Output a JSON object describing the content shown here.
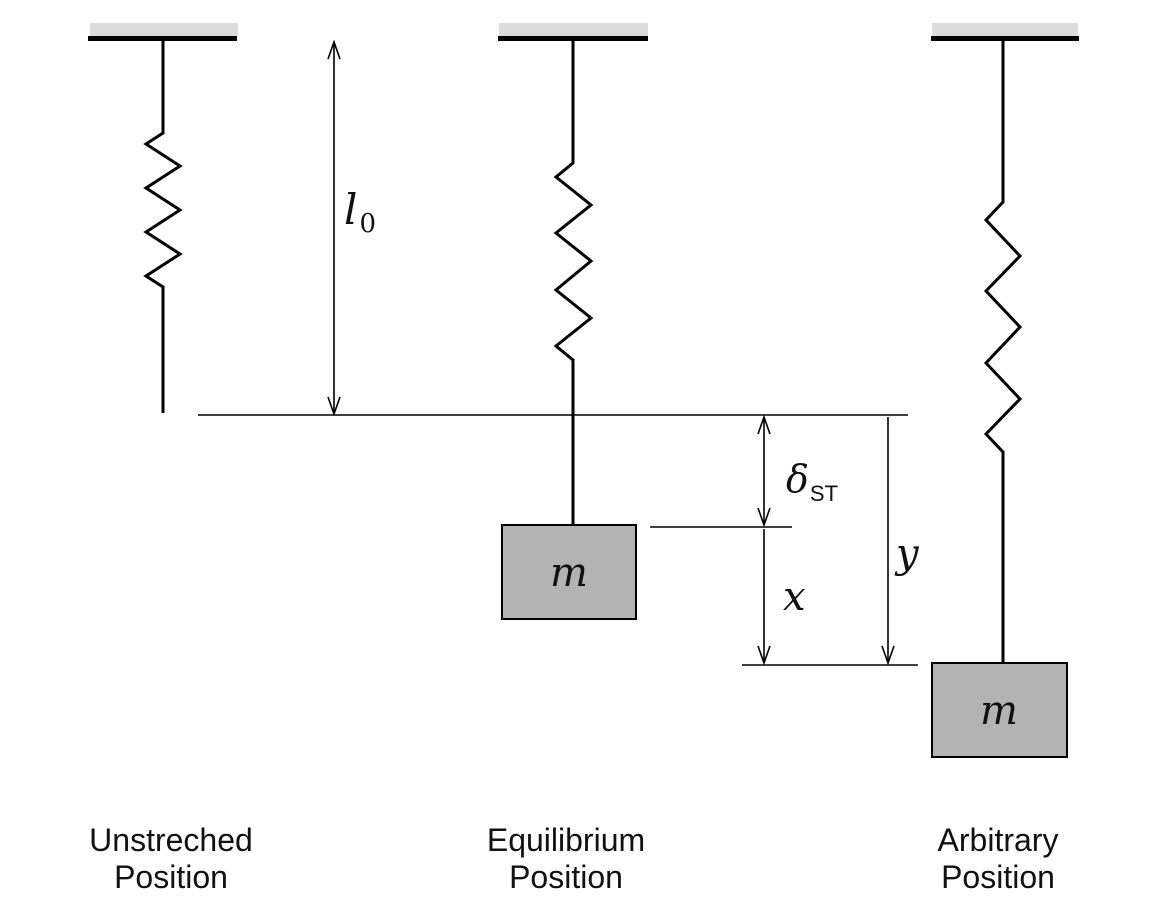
{
  "colors": {
    "background": "#ffffff",
    "ceiling_fill": "#dcdcdc",
    "ceiling_bar": "#000000",
    "mass_fill": "#b3b3b3",
    "stroke": "#000000",
    "text": "#111111"
  },
  "labels": {
    "natural_length": {
      "base": "l",
      "sub": "0"
    },
    "static_deflection": {
      "base": "δ",
      "sub": "ST"
    },
    "displacement_x": "x",
    "displacement_y": "y",
    "mass_equilibrium": "m",
    "mass_arbitrary": "m"
  },
  "captions": {
    "unstretched": {
      "line1": "Unstreched",
      "line2": "Position"
    },
    "equilibrium": {
      "line1": "Equilibrium",
      "line2": "Position"
    },
    "arbitrary": {
      "line1": "Arbitrary",
      "line2": "Position"
    }
  }
}
